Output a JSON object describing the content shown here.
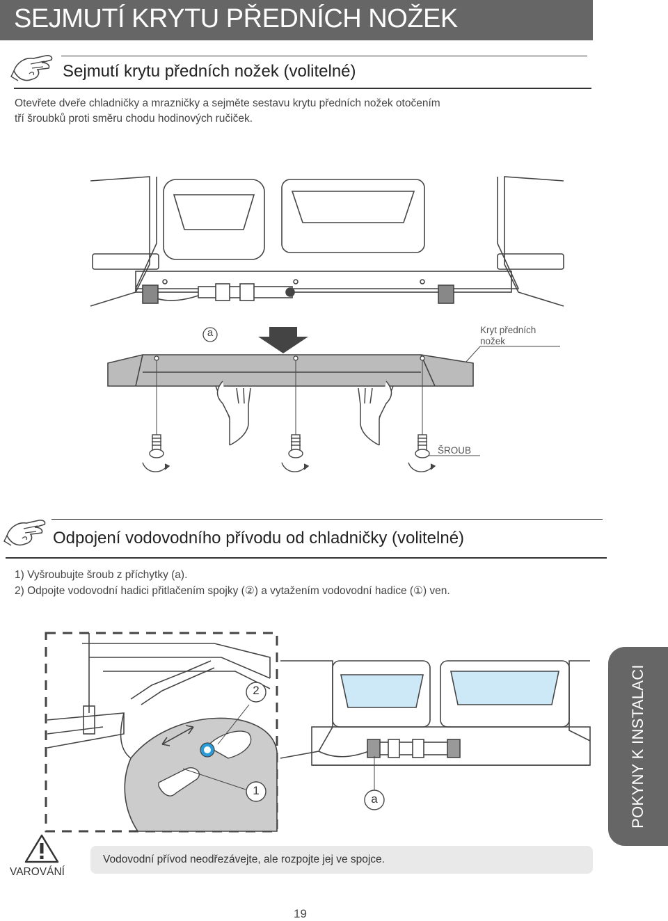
{
  "page": {
    "title": "SEJMUTÍ KRYTU PŘEDNÍCH NOŽEK",
    "page_number": "19",
    "side_tab": "POKYNY K INSTALACI"
  },
  "section1": {
    "heading": "Sejmutí krytu předních nožek (volitelné)",
    "body_line1": "Otevřete dveře chladničky a mrazničky a sejměte sestavu krytu předních nožek otočením",
    "body_line2": "tří šroubků proti směru chodu hodinových ručiček.",
    "figure": {
      "marker_a": "a",
      "cover_label_line1": "Kryt předních",
      "cover_label_line2": "nožek",
      "screw_label": "ŠROUB"
    }
  },
  "section2": {
    "heading": "Odpojení vodovodního přívodu od chladničky (volitelné)",
    "step1": "1) Vyšroubujte šroub z příchytky (a).",
    "step2": "2) Odpojte vodovodní hadici přitlačením spojky (②) a vytažením vodovodní hadice (①) ven.",
    "figure": {
      "marker_2": "2",
      "marker_1": "1",
      "marker_a": "a"
    }
  },
  "warning": {
    "label": "VAROVÁNÍ",
    "text": "Vodovodní přívod neodřezávejte, ale rozpojte jej ve spojce."
  },
  "colors": {
    "title_bar": "#666666",
    "water_blue": "#cde8f7",
    "accent_blue": "#2a9bd6"
  }
}
